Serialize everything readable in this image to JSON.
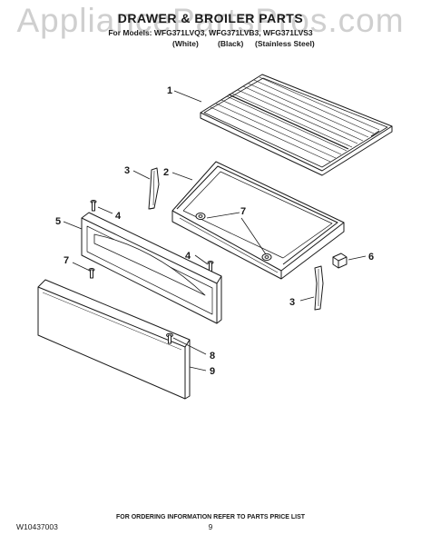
{
  "watermark": "AppliancePartsPros.com",
  "header": {
    "title": "DRAWER & BROILER PARTS",
    "models": "For Models: WFG371LVQ3, WFG371LVB3, WFG371LVS3",
    "variants": [
      "(White)",
      "(Black)",
      "(Stainless Steel)"
    ]
  },
  "callouts": {
    "rack": "1",
    "drawer": "2",
    "left_slide": "3",
    "right_slide": "3",
    "upper_screw": "4",
    "mid_screw": "4",
    "drawer_front": "5",
    "stop": "6",
    "roller_a": "7",
    "roller_b": "7",
    "left_screw": "7",
    "panel_screw": "8",
    "panel": "9"
  },
  "footer": {
    "doc_number": "W10437003",
    "ordering_info": "FOR ORDERING INFORMATION REFER TO PARTS PRICE LIST",
    "page_number": "9"
  },
  "colors": {
    "line": "#1a1a1a",
    "fill": "#ffffff",
    "watermark": "#cfcfcf"
  }
}
